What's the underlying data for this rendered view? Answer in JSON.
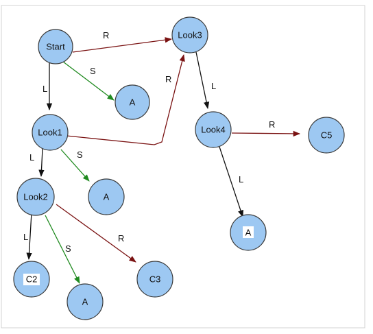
{
  "diagram": {
    "type": "state-graph",
    "colors": {
      "node_fill": "#9dc8f2",
      "node_stroke": "#3a3a3a",
      "edge_L": "#111111",
      "edge_S": "#1f8a1f",
      "edge_R": "#7a1212",
      "label_box": "#ffffff",
      "frame": "#d3d3d3"
    },
    "nodes": {
      "start": "Start",
      "look1": "Look1",
      "look2": "Look2",
      "look3": "Look3",
      "look4": "Look4",
      "a1": "A",
      "a2": "A",
      "a3": "A",
      "a4": "A",
      "c2": "C2",
      "c3": "C3",
      "c5": "C5"
    },
    "edges": {
      "start_look1": "L",
      "start_a1": "S",
      "start_look3": "R",
      "look1_look2": "L",
      "look1_a2": "S",
      "look1_look3": "R",
      "look2_c2": "L",
      "look2_a3": "S",
      "look2_c3": "R",
      "look3_look4": "L",
      "look4_c5": "R",
      "look4_a4": "L"
    }
  }
}
